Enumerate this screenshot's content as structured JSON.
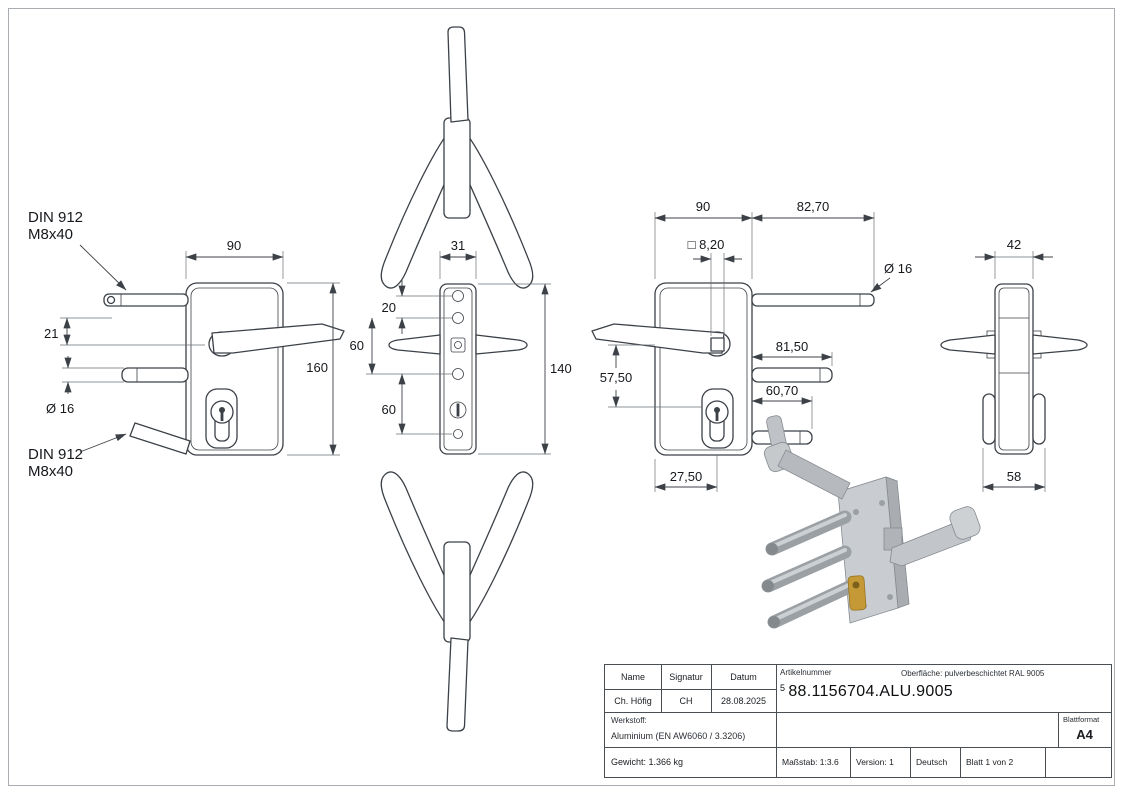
{
  "colors": {
    "line": "#3c4147",
    "metal_light": "#dfe1e4",
    "metal_mid": "#c9ccd0",
    "metal_dark": "#a9adb2",
    "rod": "#9ba0a5",
    "brass": "#c59a36"
  },
  "drawing": {
    "labels": {
      "din912_top_line1": "DIN 912",
      "din912_top_line2": "M8x40",
      "din912_bottom_line1": "DIN 912",
      "din912_bottom_line2": "M8x40"
    },
    "dims": {
      "v1_width": "90",
      "v1_offset": "21",
      "v1_height": "160",
      "v1_dia": "Ø 16",
      "v2_width": "31",
      "v2_top": "20",
      "v2_mid": "60",
      "v2_low": "60",
      "v2_height": "140",
      "v3_width": "90",
      "v3_rod_top": "82,70",
      "v3_square": "□ 8,20",
      "v3_dia": "Ø 16",
      "v3_vert": "57,50",
      "v3_rod_mid": "81,50",
      "v3_rod_low": "60,70",
      "v3_bottom": "27,50",
      "v4_width": "42",
      "v4_bottom": "58"
    }
  },
  "title_block": {
    "col_name": "Name",
    "col_signatur": "Signatur",
    "col_datum": "Datum",
    "val_name": "Ch. Höfig",
    "val_signatur": "CH",
    "val_datum": "28.08.2025",
    "artikelnummer_label": "Artikelnummer",
    "artikelnummer_prefix": "5",
    "artikelnummer": "88.1156704.ALU.9005",
    "oberflaeche": "Oberfläche:  pulverbeschichtet RAL 9005",
    "werkstoff_label": "Werkstoff:",
    "werkstoff_value": "Aluminium (EN AW6060 / 3.3206)",
    "gewicht": "Gewicht: 1.366 kg",
    "massstab": "Maßstab: 1:3.6",
    "version": "Version: 1",
    "sprache": "Deutsch",
    "blatt": "Blatt 1 von 2",
    "blattformat_label": "Blattformat",
    "blattformat_value": "A4"
  }
}
